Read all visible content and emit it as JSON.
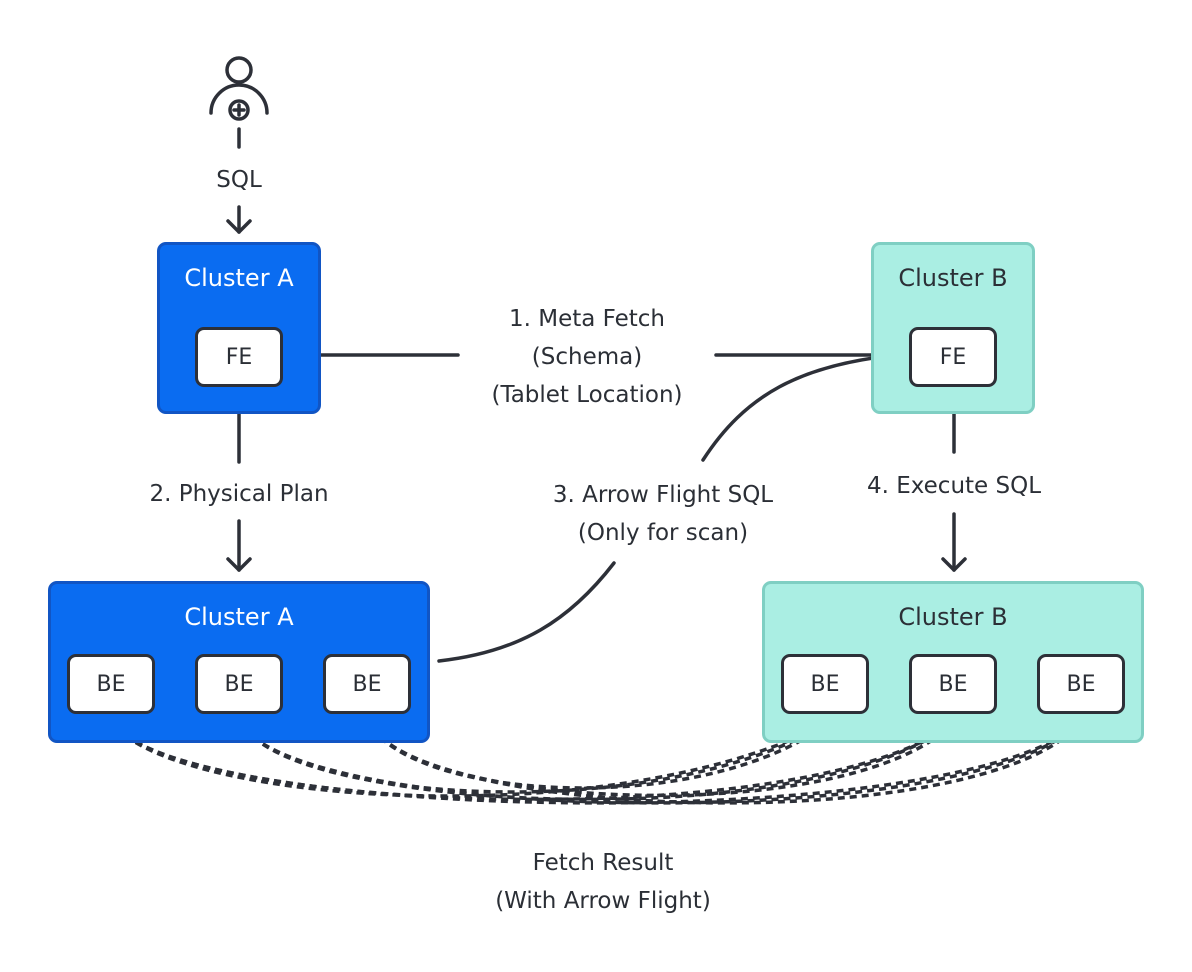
{
  "user": {
    "query_label": "SQL"
  },
  "cluster_a_frontend": {
    "title": "Cluster A",
    "fe_label": "FE"
  },
  "cluster_b_frontend": {
    "title": "Cluster B",
    "fe_label": "FE"
  },
  "cluster_a_backend": {
    "title": "Cluster A",
    "be_labels": [
      "BE",
      "BE",
      "BE"
    ]
  },
  "cluster_b_backend": {
    "title": "Cluster B",
    "be_labels": [
      "BE",
      "BE",
      "BE"
    ]
  },
  "steps": {
    "meta_fetch": {
      "line1": "1. Meta Fetch",
      "line2": "(Schema)",
      "line3": "(Tablet Location)"
    },
    "physical_plan": "2. Physical Plan",
    "arrow_flight": {
      "line1": "3. Arrow Flight SQL",
      "line2": "(Only for scan)"
    },
    "execute_sql": "4. Execute SQL",
    "fetch_result": {
      "line1": "Fetch Result",
      "line2": "(With Arrow Flight)"
    }
  },
  "colors": {
    "cluster_a_fill": "#0a6cf1",
    "cluster_a_border": "#1155c4",
    "cluster_b_fill": "#aaeee3",
    "cluster_b_border": "#7fcfc3",
    "line": "#2d3038"
  },
  "icons": {
    "user": "user-add-icon"
  }
}
